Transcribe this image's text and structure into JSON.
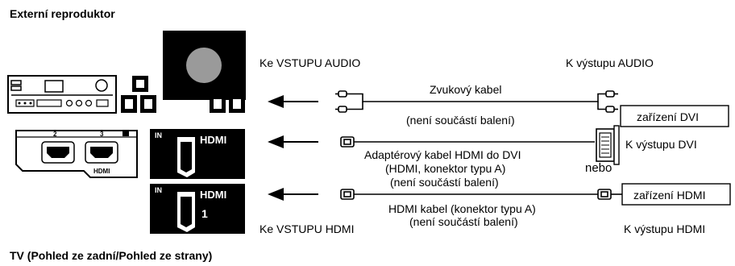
{
  "title_top": "Externí reproduktor",
  "title_bottom": "TV (Pohled ze zadní/Pohled ze strany)",
  "labels": {
    "audio_in": "Ke VSTUPU AUDIO",
    "audio_out": "K výstupu AUDIO",
    "audio_cable": "Zvukový kabel",
    "not_included_1": "(není součástí balení)",
    "dvi_device": "zařízení DVI",
    "adapter_cable": "Adaptérový kabel HDMI do DVI",
    "adapter_type": "(HDMI, konektor typu A)",
    "not_included_2": "(není součástí balení)",
    "dvi_out": "K výstupu DVI",
    "or": "nebo",
    "hdmi_cable": "HDMI kabel (konektor typu A)",
    "not_included_3": "(není součástí balení)",
    "hdmi_device": "zařízení HDMI",
    "hdmi_in": "Ke VSTUPU HDMI",
    "hdmi_out": "K výstupu HDMI"
  },
  "tv_panel": {
    "port_2": "2",
    "port_3": "3",
    "brand_small": "HDMI",
    "panel_in_1": "IN",
    "panel_logo_1": "HDMI",
    "panel_in_2": "IN",
    "panel_logo_2": "HDMI",
    "panel_num": "1"
  }
}
